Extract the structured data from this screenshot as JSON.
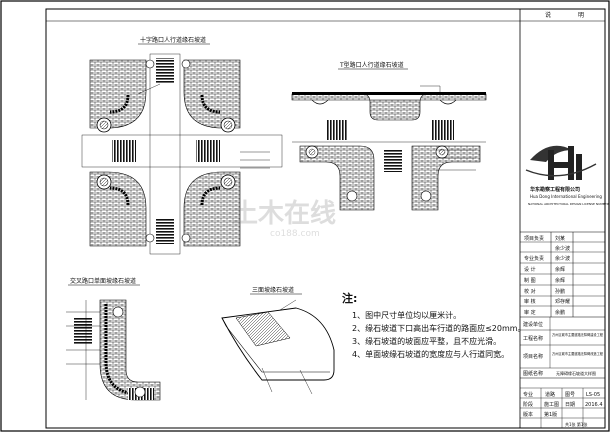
{
  "header": {
    "col_1": "说",
    "col_2": "明"
  },
  "drawings": {
    "cross_title": "十字路口人行道缘石坡道",
    "t_title": "T型路口人行道缘石坡道",
    "fork_title": "交叉路口单面坡缘石坡道",
    "three_title": "三面坡缘石坡道"
  },
  "notes": {
    "heading": "注:",
    "items": [
      "1、图中尺寸单位均以厘米计。",
      "2、缘石坡道下口高出车行道的路面应≤20mm。",
      "3、缘石坡道的坡面应平整，且不应光滑。",
      "4、单面坡缘石坡道的宽度应与人行道同宽。"
    ]
  },
  "company": {
    "name_cn": "华东勘察工程有限公司",
    "name_en": "Hua Dong International Engineering",
    "sub_en": "NATIONAL ARCHITECTURAL DESIGN LICENSE NUMBER"
  },
  "signature_table": {
    "rows": [
      {
        "role": "项目负责",
        "name": "刘某"
      },
      {
        "role": "",
        "name": "余少波"
      },
      {
        "role": "专业负责",
        "name": "余少波"
      },
      {
        "role": "设    计",
        "name": "余辉"
      },
      {
        "role": "制    图",
        "name": "余辉"
      },
      {
        "role": "校    对",
        "name": "孙鹏"
      },
      {
        "role": "审    核",
        "name": "邓存耀"
      },
      {
        "role": "审    定",
        "name": "余鹏"
      }
    ]
  },
  "project": {
    "client_label": "建设单位",
    "client_value": "",
    "project_name_label": "工程名称",
    "project_name_value": "万州区城市主要道路无障碍建设工程",
    "item_label": "项目名称",
    "item_value": "万州区城市主要道路无障碍改造工程",
    "drawing_name_label": "图纸名称",
    "drawing_name_value": "无障碍缘石坡道大样图"
  },
  "footer": {
    "spec_label": "专业",
    "spec_value": "道路",
    "no_label": "图号",
    "no_value": "LS-05",
    "stage_label": "阶段",
    "stage_value": "施工图",
    "date_label": "日期",
    "date_value": "2016.4",
    "version_label": "版本",
    "version_value": "第1版",
    "page_label": "共1张 第1张"
  },
  "watermark": {
    "cn": "土木在线",
    "en": "co188.com"
  }
}
